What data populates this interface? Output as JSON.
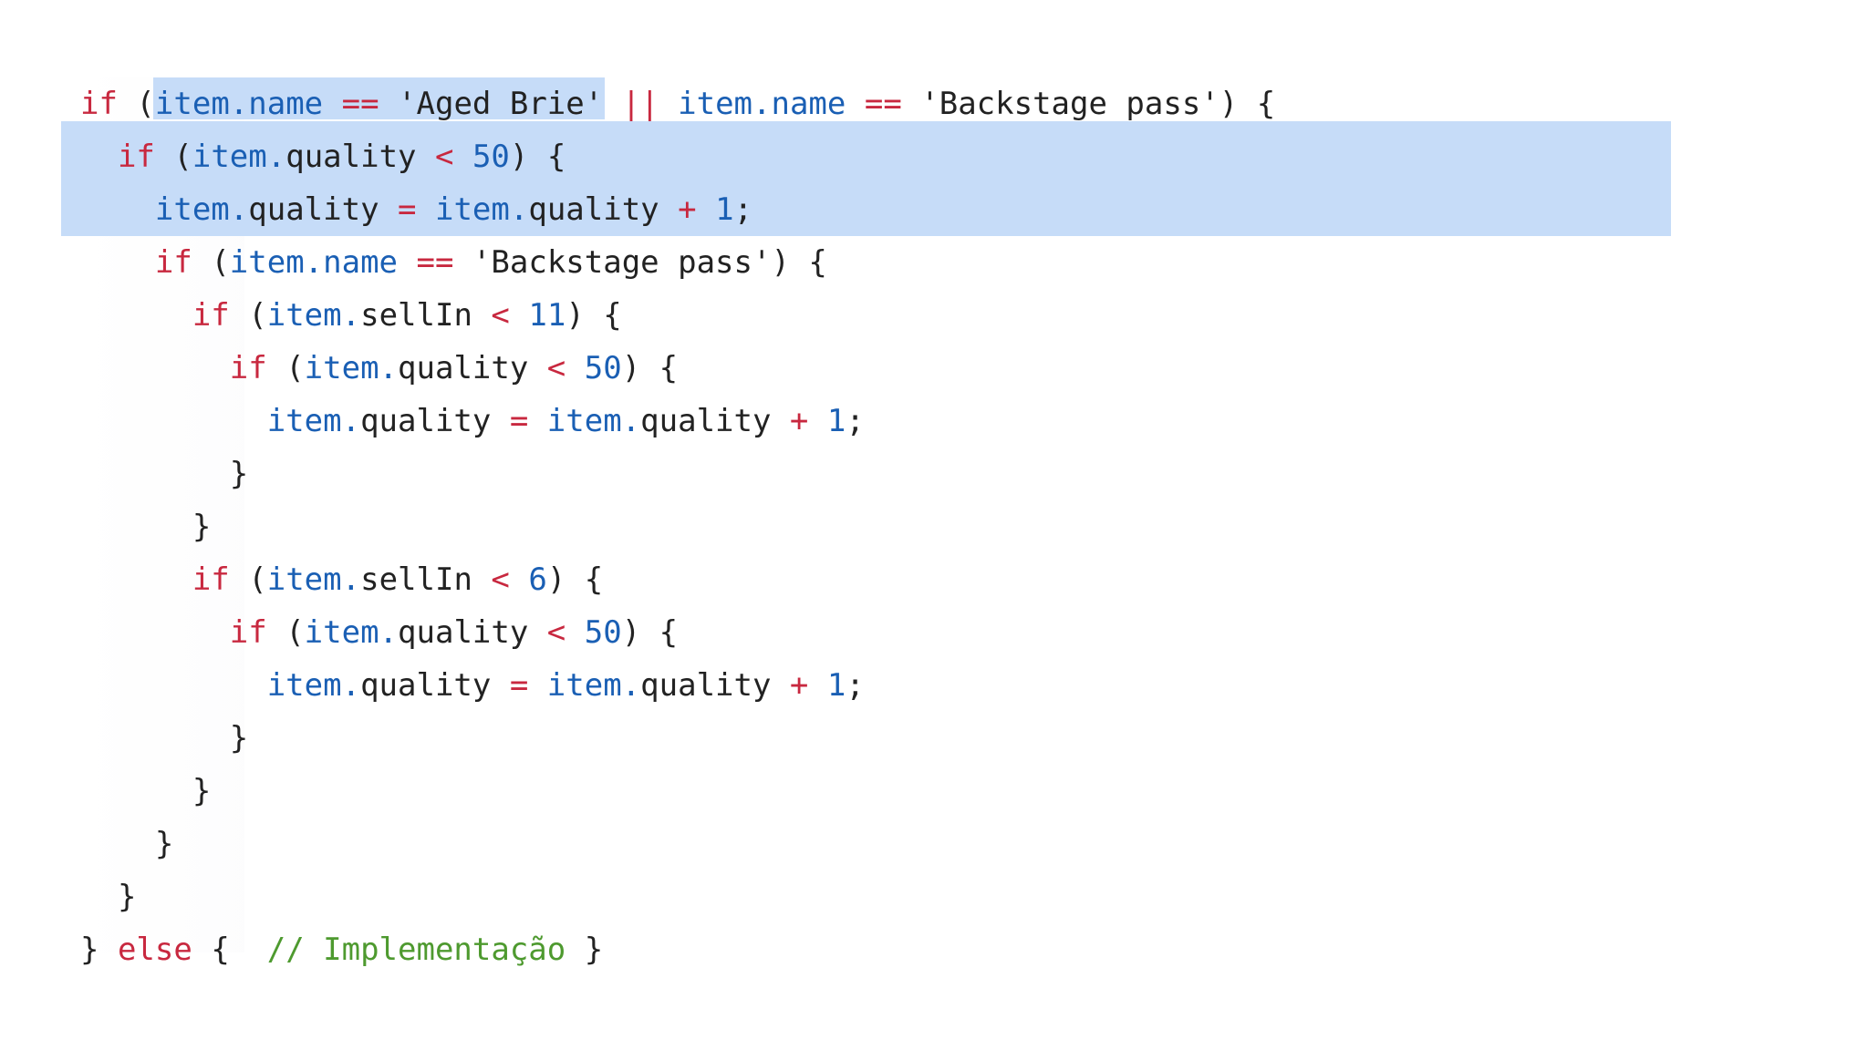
{
  "code_lines": [
    [
      {
        "t": "if",
        "k": "kw"
      },
      {
        "t": " (",
        "k": "pl"
      },
      {
        "t": "item.name",
        "k": "id"
      },
      {
        "t": " ",
        "k": "pl"
      },
      {
        "t": "==",
        "k": "op"
      },
      {
        "t": " 'Aged Brie' ",
        "k": "str"
      },
      {
        "t": "||",
        "k": "op"
      },
      {
        "t": " ",
        "k": "pl"
      },
      {
        "t": "item.name",
        "k": "id"
      },
      {
        "t": " ",
        "k": "pl"
      },
      {
        "t": "==",
        "k": "op"
      },
      {
        "t": " 'Backstage pass') {",
        "k": "str"
      }
    ],
    [
      {
        "t": "  ",
        "k": "pl"
      },
      {
        "t": "if",
        "k": "kw"
      },
      {
        "t": " (",
        "k": "pl"
      },
      {
        "t": "item.",
        "k": "id"
      },
      {
        "t": "quality ",
        "k": "pl"
      },
      {
        "t": "<",
        "k": "op"
      },
      {
        "t": " ",
        "k": "pl"
      },
      {
        "t": "50",
        "k": "num"
      },
      {
        "t": ") {",
        "k": "pl"
      }
    ],
    [
      {
        "t": "    ",
        "k": "pl"
      },
      {
        "t": "item.",
        "k": "id"
      },
      {
        "t": "quality ",
        "k": "pl"
      },
      {
        "t": "=",
        "k": "op"
      },
      {
        "t": " ",
        "k": "pl"
      },
      {
        "t": "item.",
        "k": "id"
      },
      {
        "t": "quality ",
        "k": "pl"
      },
      {
        "t": "+",
        "k": "op"
      },
      {
        "t": " ",
        "k": "pl"
      },
      {
        "t": "1",
        "k": "num"
      },
      {
        "t": ";",
        "k": "pl"
      }
    ],
    [
      {
        "t": "    ",
        "k": "pl"
      },
      {
        "t": "if",
        "k": "kw"
      },
      {
        "t": " (",
        "k": "pl"
      },
      {
        "t": "item.name",
        "k": "id"
      },
      {
        "t": " ",
        "k": "pl"
      },
      {
        "t": "==",
        "k": "op"
      },
      {
        "t": " 'Backstage pass') {",
        "k": "str"
      }
    ],
    [
      {
        "t": "      ",
        "k": "pl"
      },
      {
        "t": "if",
        "k": "kw"
      },
      {
        "t": " (",
        "k": "pl"
      },
      {
        "t": "item.",
        "k": "id"
      },
      {
        "t": "sellIn ",
        "k": "pl"
      },
      {
        "t": "<",
        "k": "op"
      },
      {
        "t": " ",
        "k": "pl"
      },
      {
        "t": "11",
        "k": "num"
      },
      {
        "t": ") {",
        "k": "pl"
      }
    ],
    [
      {
        "t": "        ",
        "k": "pl"
      },
      {
        "t": "if",
        "k": "kw"
      },
      {
        "t": " (",
        "k": "pl"
      },
      {
        "t": "item.",
        "k": "id"
      },
      {
        "t": "quality ",
        "k": "pl"
      },
      {
        "t": "<",
        "k": "op"
      },
      {
        "t": " ",
        "k": "pl"
      },
      {
        "t": "50",
        "k": "num"
      },
      {
        "t": ") {",
        "k": "pl"
      }
    ],
    [
      {
        "t": "          ",
        "k": "pl"
      },
      {
        "t": "item.",
        "k": "id"
      },
      {
        "t": "quality ",
        "k": "pl"
      },
      {
        "t": "=",
        "k": "op"
      },
      {
        "t": " ",
        "k": "pl"
      },
      {
        "t": "item.",
        "k": "id"
      },
      {
        "t": "quality ",
        "k": "pl"
      },
      {
        "t": "+",
        "k": "op"
      },
      {
        "t": " ",
        "k": "pl"
      },
      {
        "t": "1",
        "k": "num"
      },
      {
        "t": ";",
        "k": "pl"
      }
    ],
    [
      {
        "t": "        }",
        "k": "pl"
      }
    ],
    [
      {
        "t": "      }",
        "k": "pl"
      }
    ],
    [
      {
        "t": "      ",
        "k": "pl"
      },
      {
        "t": "if",
        "k": "kw"
      },
      {
        "t": " (",
        "k": "pl"
      },
      {
        "t": "item.",
        "k": "id"
      },
      {
        "t": "sellIn ",
        "k": "pl"
      },
      {
        "t": "<",
        "k": "op"
      },
      {
        "t": " ",
        "k": "pl"
      },
      {
        "t": "6",
        "k": "num"
      },
      {
        "t": ") {",
        "k": "pl"
      }
    ],
    [
      {
        "t": "        ",
        "k": "pl"
      },
      {
        "t": "if",
        "k": "kw"
      },
      {
        "t": " (",
        "k": "pl"
      },
      {
        "t": "item.",
        "k": "id"
      },
      {
        "t": "quality ",
        "k": "pl"
      },
      {
        "t": "<",
        "k": "op"
      },
      {
        "t": " ",
        "k": "pl"
      },
      {
        "t": "50",
        "k": "num"
      },
      {
        "t": ") {",
        "k": "pl"
      }
    ],
    [
      {
        "t": "          ",
        "k": "pl"
      },
      {
        "t": "item.",
        "k": "id"
      },
      {
        "t": "quality ",
        "k": "pl"
      },
      {
        "t": "=",
        "k": "op"
      },
      {
        "t": " ",
        "k": "pl"
      },
      {
        "t": "item.",
        "k": "id"
      },
      {
        "t": "quality ",
        "k": "pl"
      },
      {
        "t": "+",
        "k": "op"
      },
      {
        "t": " ",
        "k": "pl"
      },
      {
        "t": "1",
        "k": "num"
      },
      {
        "t": ";",
        "k": "pl"
      }
    ],
    [
      {
        "t": "        }",
        "k": "pl"
      }
    ],
    [
      {
        "t": "      }",
        "k": "pl"
      }
    ],
    [
      {
        "t": "    }",
        "k": "pl"
      }
    ],
    [
      {
        "t": "  }",
        "k": "pl"
      }
    ],
    [
      {
        "t": "} ",
        "k": "pl"
      },
      {
        "t": "else",
        "k": "kw"
      },
      {
        "t": " {  ",
        "k": "pl"
      },
      {
        "t": "// Implementação",
        "k": "cm"
      },
      {
        "t": " }",
        "k": "pl"
      }
    ]
  ],
  "colors": {
    "keyword": "#c8283f",
    "identifier": "#1a5fb4",
    "number": "#1a5fb4",
    "text": "#222222",
    "comment": "#4e9a2f",
    "selection": "#c6dcf8"
  }
}
